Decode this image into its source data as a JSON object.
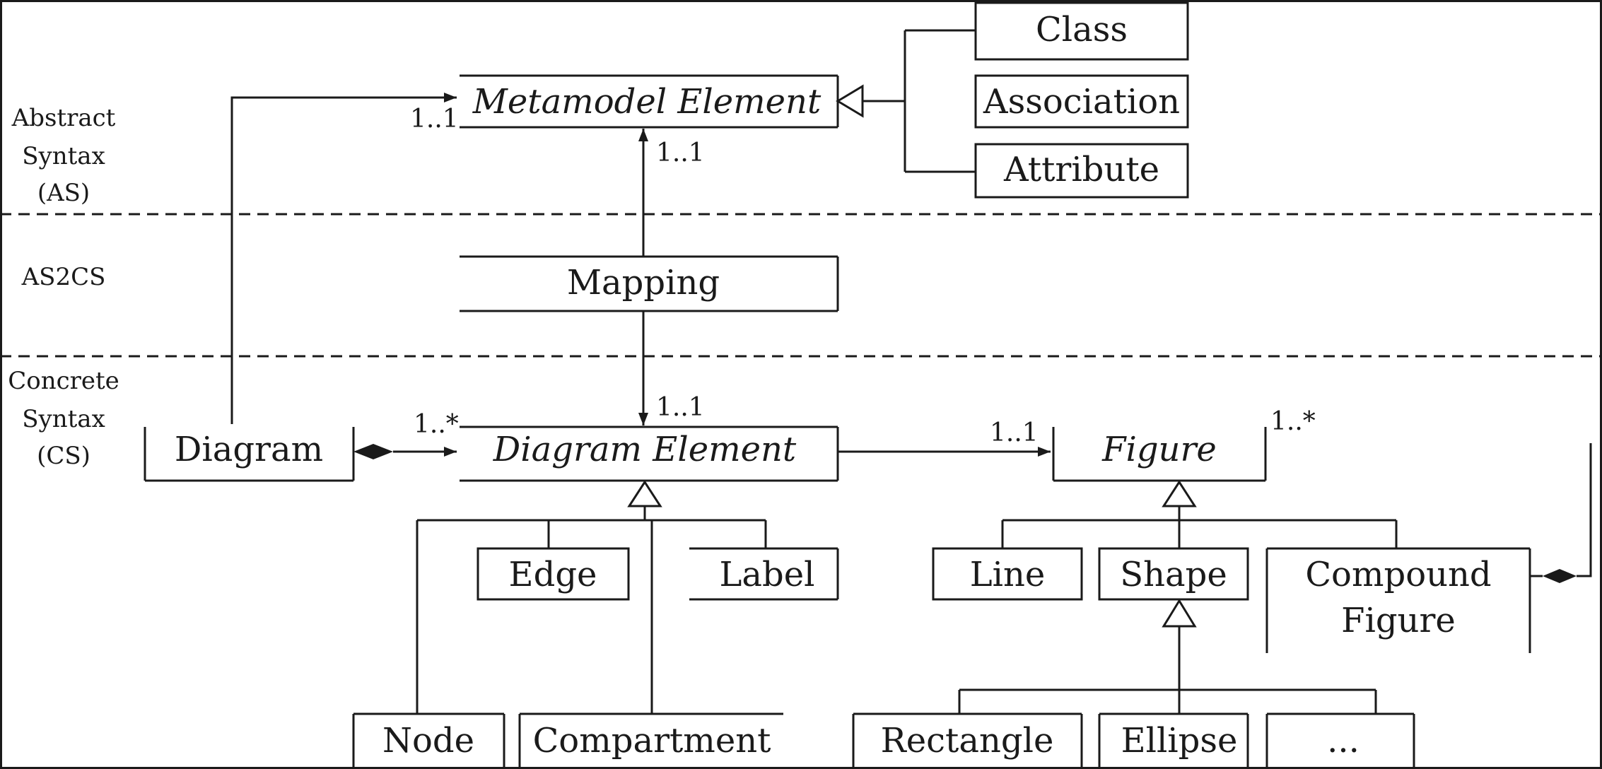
{
  "layers": [
    {
      "id": "as",
      "lines": [
        "Abstract",
        "Syntax",
        "(AS)"
      ]
    },
    {
      "id": "as2cs",
      "lines": [
        "AS2CS"
      ]
    },
    {
      "id": "cs",
      "lines": [
        "Concrete",
        "Syntax",
        "(CS)"
      ]
    }
  ],
  "classes": {
    "metamodel_element": "Metamodel Element",
    "class": "Class",
    "association": "Association",
    "attribute": "Attribute",
    "mapping": "Mapping",
    "diagram": "Diagram",
    "diagram_element": "Diagram Element",
    "figure": "Figure",
    "edge": "Edge",
    "label": "Label",
    "line": "Line",
    "shape": "Shape",
    "compound_figure": [
      "Compound",
      "Figure"
    ],
    "node": "Node",
    "compartment": "Compartment",
    "rectangle": "Rectangle",
    "ellipse": "Ellipse",
    "more": "..."
  },
  "multiplicities": {
    "diagram_to_metamodel": "1..1",
    "mapping_to_metamodel": "1..1",
    "mapping_to_diagram_element": "1..1",
    "diagram_to_diagram_element": "1..*",
    "diagram_element_to_figure": "1..1",
    "compound_to_figure": "1..*"
  }
}
